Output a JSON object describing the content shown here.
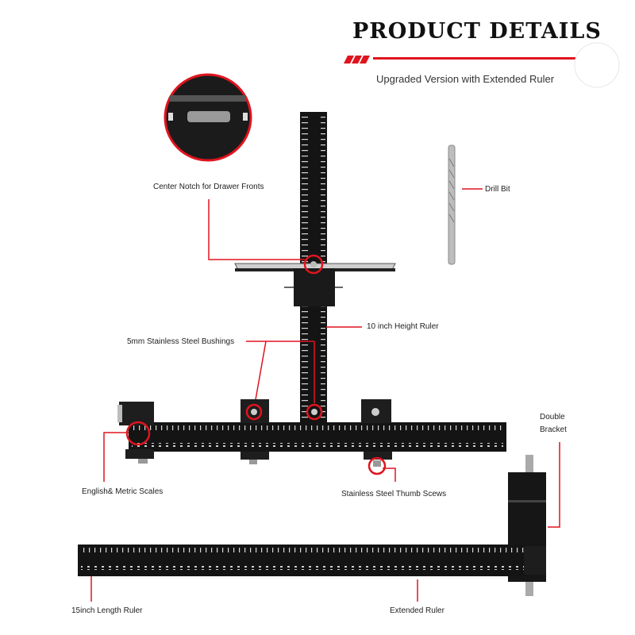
{
  "header": {
    "title": "PRODUCT DETAILS",
    "subtitle": "Upgraded Version with Extended Ruler"
  },
  "callouts": {
    "center_notch": "Center Notch for Drawer Fronts",
    "drill_bit": "Drill Bit",
    "height_ruler": "10 inch Height Ruler",
    "bushings": "5mm Stainless Steel Bushings",
    "double_bracket_1": "Double",
    "double_bracket_2": "Bracket",
    "scales": "English& Metric Scales",
    "thumb_screws": "Stainless Steel Thumb Scews",
    "length_ruler": "15inch Length Ruler",
    "extended_ruler": "Extended Ruler"
  },
  "colors": {
    "accent": "#e0141e",
    "metal": "#141414",
    "background": "#ffffff"
  }
}
